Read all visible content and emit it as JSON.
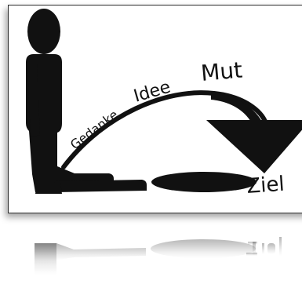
{
  "illustration": {
    "words": {
      "gedanke": "Gedanke",
      "idee": "Idee",
      "mut": "Mut",
      "ziel": "Ziel"
    },
    "colors": {
      "ink": "#111111",
      "frame": "#2b2b2b",
      "background": "#ffffff"
    },
    "icons": [
      "person-figure",
      "curved-arrow",
      "hole-ellipse"
    ]
  }
}
